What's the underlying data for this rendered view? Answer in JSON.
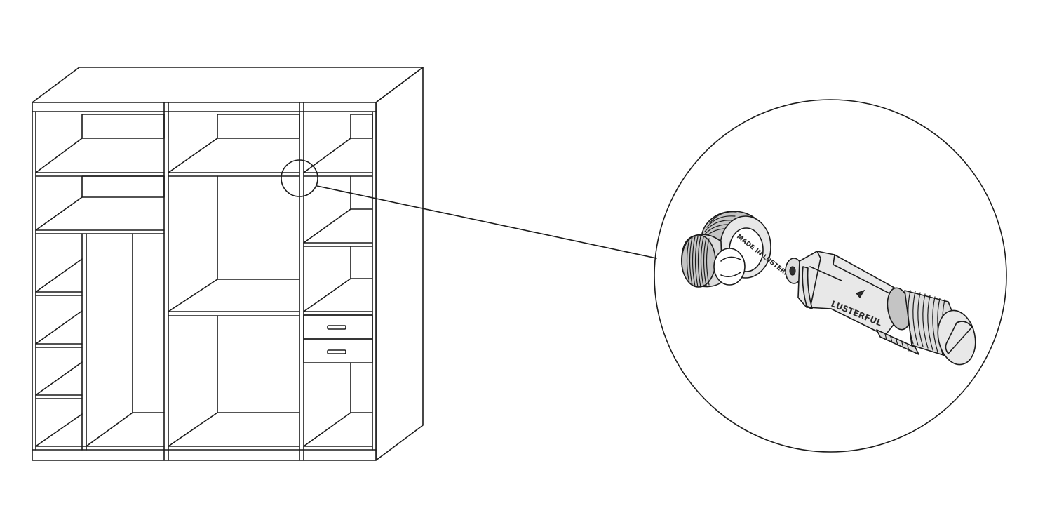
{
  "figure": {
    "colors": {
      "line": "#1a1a1a",
      "background": "#ffffff",
      "metal_light": "#e8e8e8",
      "metal_mid": "#dcdcdc",
      "metal_dark": "#c4c4c4"
    },
    "wardrobe": {
      "sections": 3,
      "drawers": 2
    },
    "zoom_detail": {
      "barrel_nut_text": "MADE IN LUSTERFUL",
      "connector_bolt_text": "LUSTERFUL"
    }
  }
}
